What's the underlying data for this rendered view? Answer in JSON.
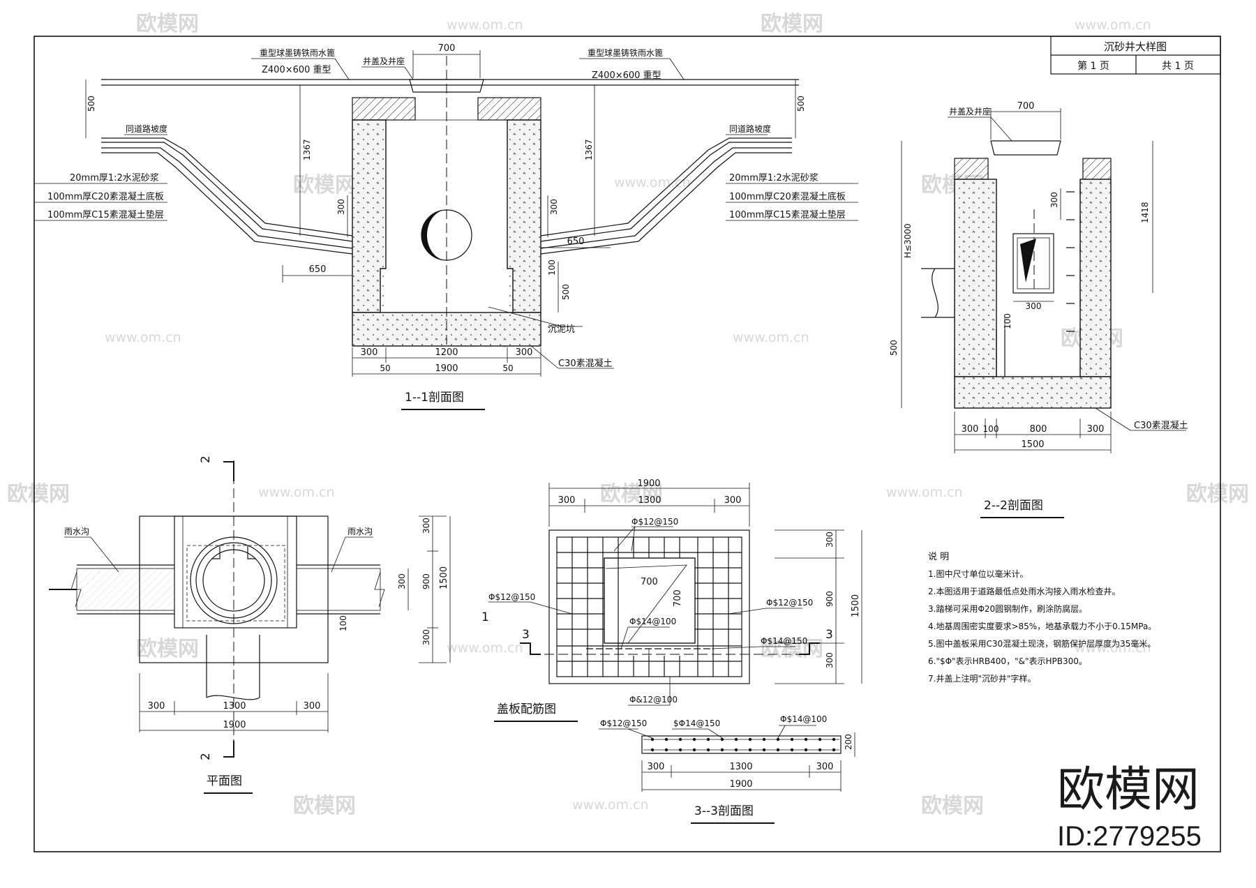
{
  "title_block": {
    "title": "沉砂井大样图",
    "page": "第 1 页",
    "total": "共 1 页"
  },
  "section_1_1": {
    "caption": "1--1剖面图",
    "label_lid": "井盖及井座",
    "label_grate_left": "重型球墨铸铁雨水篦",
    "label_grate_left_spec": "Z400×600 重型",
    "label_grate_right": "重型球墨铸铁雨水篦",
    "label_grate_right_spec": "Z400×600 重型",
    "label_slope_left": "同道路坡度",
    "label_slope_right": "同道路坡度",
    "layers": [
      "20mm厚1:2水泥砂浆",
      "100mm厚C20素混凝土底板",
      "100mm厚C15素混凝土垫层"
    ],
    "label_sand_pit": "沉泥坑",
    "label_concrete": "C30素混凝土",
    "dims": {
      "top": "700",
      "h500_left": "500",
      "h500_right": "500",
      "h1367_left": "1367",
      "h1367_right": "1367",
      "h300_left": "300",
      "h300_right": "300",
      "w650_left": "650",
      "w650_right": "650",
      "h100": "100",
      "h500_pit": "500",
      "b300_left": "300",
      "b1200": "1200",
      "b300_right": "300",
      "b50_left": "50",
      "b50_right": "50",
      "b1900": "1900"
    }
  },
  "section_2_2": {
    "caption": "2--2剖面图",
    "label_lid": "井盖及井座",
    "label_concrete": "C30素混凝土",
    "dims": {
      "top": "700",
      "h_total": "H≤3000",
      "h1418": "1418",
      "h300": "300",
      "w300_inner": "300",
      "h100": "100",
      "h500": "500",
      "b300_left": "300",
      "b100": "100",
      "b800": "800",
      "b300_right": "300",
      "b1500": "1500"
    }
  },
  "plan": {
    "caption": "平面图",
    "label_gutter_left": "雨水沟",
    "label_gutter_right": "雨水沟",
    "marker_top": "2",
    "marker_bottom": "2",
    "dims": {
      "v300_top": "300",
      "v900": "900",
      "v300_bottom": "300",
      "v1500": "1500",
      "v300_pipe": "300",
      "v100": "100",
      "b300_left": "300",
      "b1300": "1300",
      "b300_right": "300",
      "b1900": "1900"
    }
  },
  "rebar": {
    "caption": "盖板配筋图",
    "label_top": "Φ$12@150",
    "label_left": "Φ$12@150",
    "label_right": "Φ$12@150",
    "label_inner": "Φ$14@100",
    "label_right2": "Φ$14@150",
    "label_bottom": "Φ&12@100",
    "opening_w": "700",
    "opening_h": "700",
    "marker_left": "3",
    "marker_right": "3",
    "marker_1": "1",
    "dims": {
      "top1900": "1900",
      "t300_left": "300",
      "t1300": "1300",
      "t300_right": "300",
      "v300_top": "300",
      "v900": "900",
      "v300_bottom": "300",
      "v1500": "1500"
    }
  },
  "section_3_3": {
    "caption": "3--3剖面图",
    "label_a": "Φ$12@150",
    "label_b": "$Φ14@150",
    "label_c": "Φ$14@100",
    "dims": {
      "h200": "200",
      "b300_left": "300",
      "b1300": "1300",
      "b300_right": "300",
      "b1900": "1900"
    }
  },
  "notes": {
    "heading": "说 明",
    "items": [
      "1.图中尺寸单位以毫米计。",
      "2.本图适用于道路最低点处雨水沟接入雨水检查井。",
      "3.踏梯可采用Φ20圆钢制作，刷涂防腐层。",
      "4.地基周围密实度要求>85%，地基承载力不小于0.15MPa。",
      "5.图中盖板采用C30混凝土现浇，钢筋保护层厚度为35毫米。",
      "6.\"$Φ\"表示HRB400，\"&\"表示HPB300。",
      "7.井盖上注明\"沉砂井\"字样。"
    ]
  },
  "watermark": {
    "brand": "欧模网",
    "url": "www.om.cn",
    "id": "ID:2779255"
  }
}
